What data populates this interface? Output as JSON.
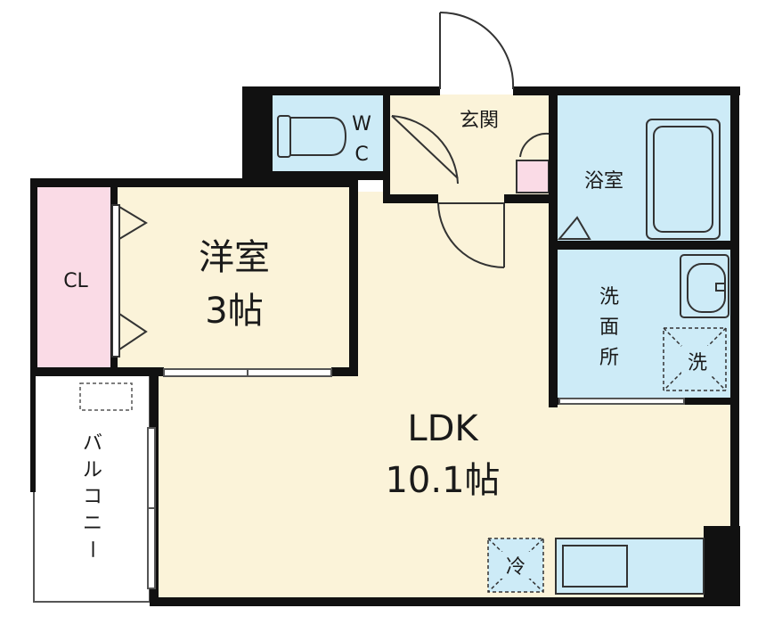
{
  "rooms": {
    "bedroom": {
      "name": "洋室",
      "size": "3帖"
    },
    "ldk": {
      "name": "LDK",
      "size": "10.1帖"
    },
    "closet": {
      "name": "CL"
    },
    "wc": {
      "line1": "W",
      "line2": "C"
    },
    "entrance": {
      "name": "玄関"
    },
    "bath": {
      "name": "浴室"
    },
    "washroom": {
      "line1": "洗",
      "line2": "面",
      "line3": "所"
    },
    "washer": {
      "name": "洗"
    },
    "fridge": {
      "name": "冷"
    },
    "balcony": {
      "line1": "バ",
      "line2": "ル",
      "line3": "コ",
      "line4": "ニ",
      "line5": "ー"
    }
  },
  "colors": {
    "wall": "#111111",
    "living": "#fbf3d9",
    "wet": "#cdebf7",
    "closet": "#fadbe6",
    "balcony": "#ffffff"
  }
}
